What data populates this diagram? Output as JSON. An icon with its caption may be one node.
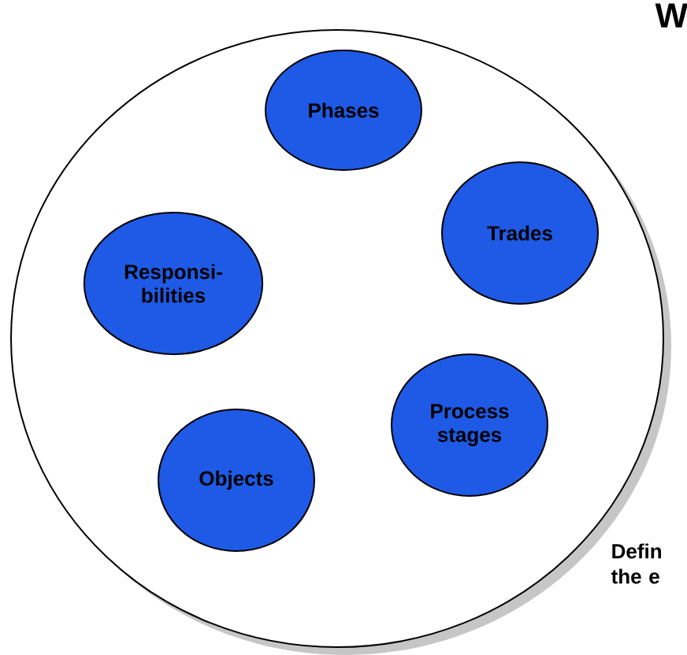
{
  "diagram": {
    "nodes": [
      {
        "text": [],
        "shape": "circle"
      },
      {
        "text": [
          "Phases"
        ],
        "in": 0
      },
      {
        "text": [
          "Trades"
        ],
        "in": 0
      },
      {
        "text": [
          "Responsi- bilities"
        ],
        "in": 0
      },
      {
        "text": [
          "Process stages"
        ],
        "in": 0
      },
      {
        "text": [
          "Objects"
        ],
        "in": 0
      }
    ],
    "labels": [
      "W",
      "Defin the e"
    ]
  }
}
